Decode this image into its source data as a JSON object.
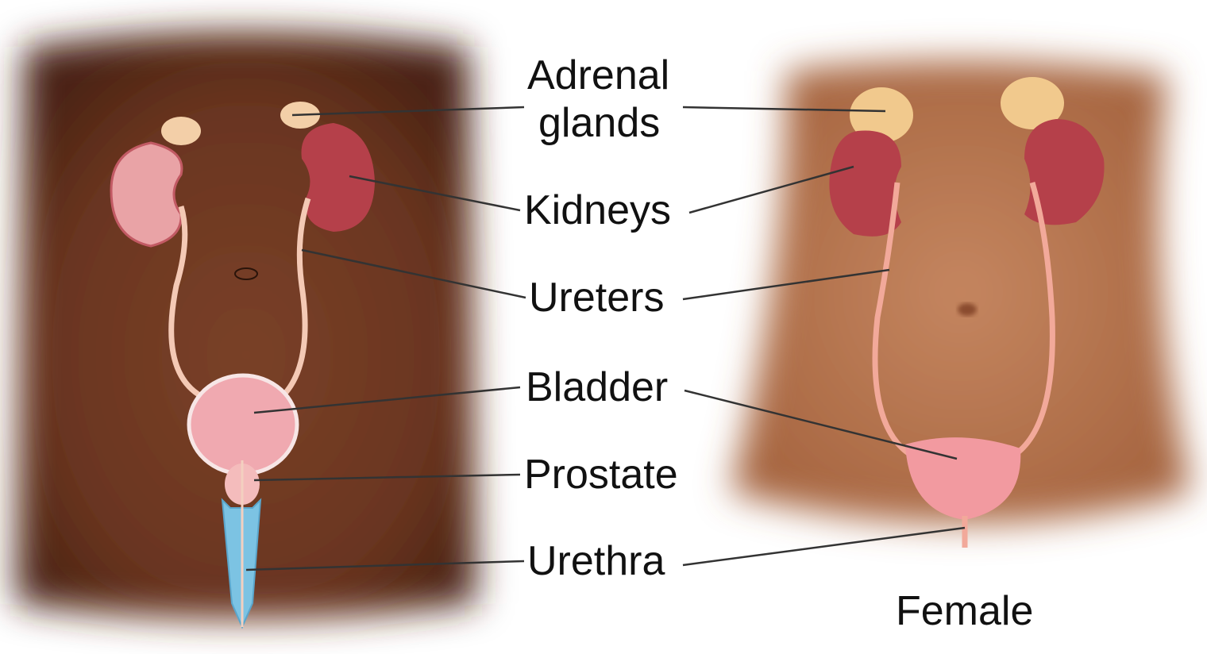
{
  "labels": {
    "adrenal_line1": "Adrenal",
    "adrenal_line2": "glands",
    "kidneys": "Kidneys",
    "ureters": "Ureters",
    "bladder": "Bladder",
    "prostate": "Prostate",
    "urethra": "Urethra",
    "female": "Female"
  },
  "colors": {
    "male_skin": "#6e3a22",
    "female_skin": "#b87450",
    "kidney": "#b5404a",
    "adrenal": "#f1c98d",
    "ureter": "#f2a99a",
    "bladder": "#f29aa0",
    "urethra_male": "#7cc3e3",
    "leader_line": "#333333"
  }
}
